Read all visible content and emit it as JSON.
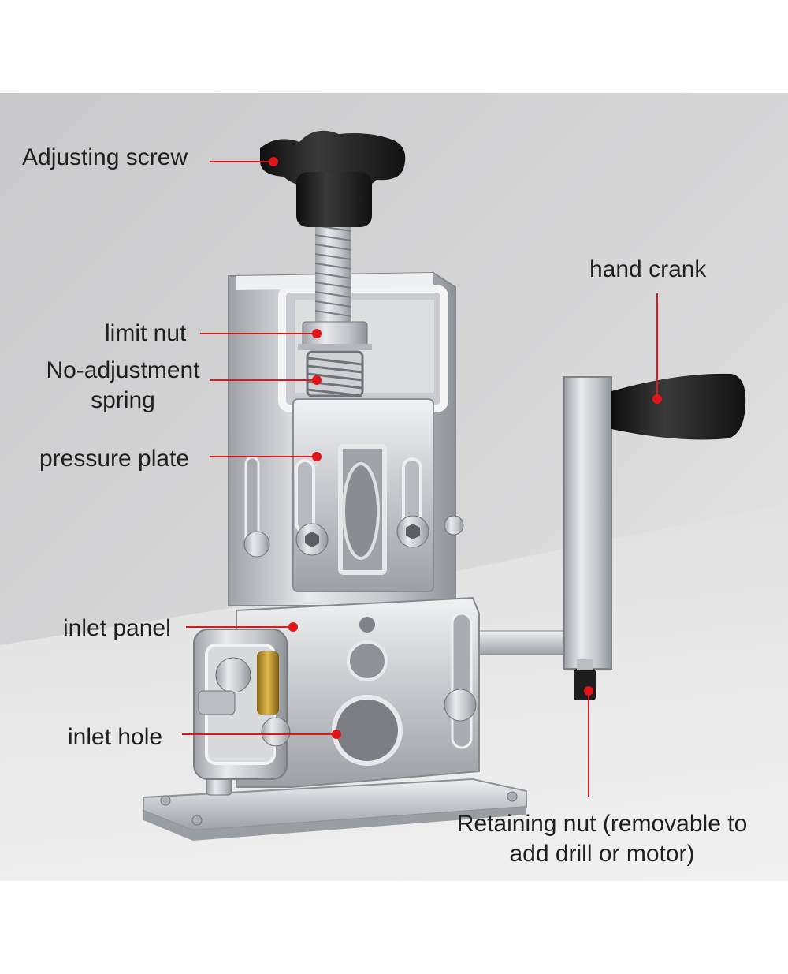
{
  "labels": {
    "adjusting_screw": "Adjusting screw",
    "limit_nut": "limit nut",
    "spring_line1": "No-adjustment",
    "spring_line2": "spring",
    "pressure_plate": "pressure plate",
    "inlet_panel": "inlet panel",
    "inlet_hole": "inlet hole",
    "hand_crank": "hand crank",
    "retaining_nut_line1": "Retaining nut (removable to",
    "retaining_nut_line2": "add drill or motor)"
  },
  "colors": {
    "pointer": "#e0161b",
    "background_top": "#c9c9cb",
    "background_bottom": "#eeeeee",
    "metal": "#c7c9cc",
    "knob": "#1e1e1e"
  }
}
